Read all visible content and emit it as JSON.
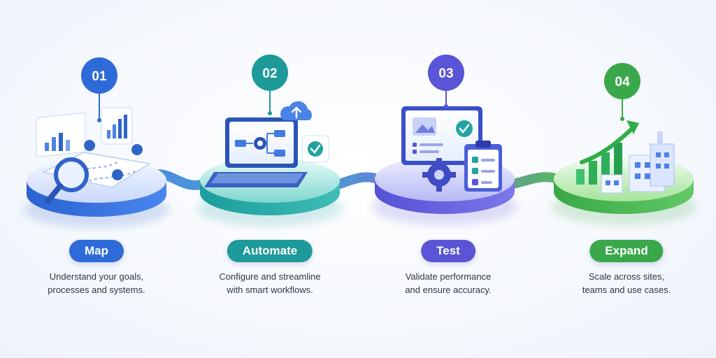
{
  "steps": [
    {
      "number": "01",
      "title": "Map",
      "description": [
        "Understand your goals,",
        "processes and systems."
      ],
      "color": "#2f6ad9",
      "illustration": "map-with-magnifier-and-pins"
    },
    {
      "number": "02",
      "title": "Automate",
      "description": [
        "Configure and streamline",
        "with smart workflows."
      ],
      "color": "#1f9a9a",
      "illustration": "laptop-with-workflow-and-cloud"
    },
    {
      "number": "03",
      "title": "Test",
      "description": [
        "Validate performance",
        "and ensure accuracy."
      ],
      "color": "#5a55d6",
      "illustration": "monitor-with-checklist-and-gear"
    },
    {
      "number": "04",
      "title": "Expand",
      "description": [
        "Scale across sites,",
        "teams and use cases."
      ],
      "color": "#3aa84a",
      "illustration": "bar-chart-with-arrow-and-buildings"
    }
  ]
}
